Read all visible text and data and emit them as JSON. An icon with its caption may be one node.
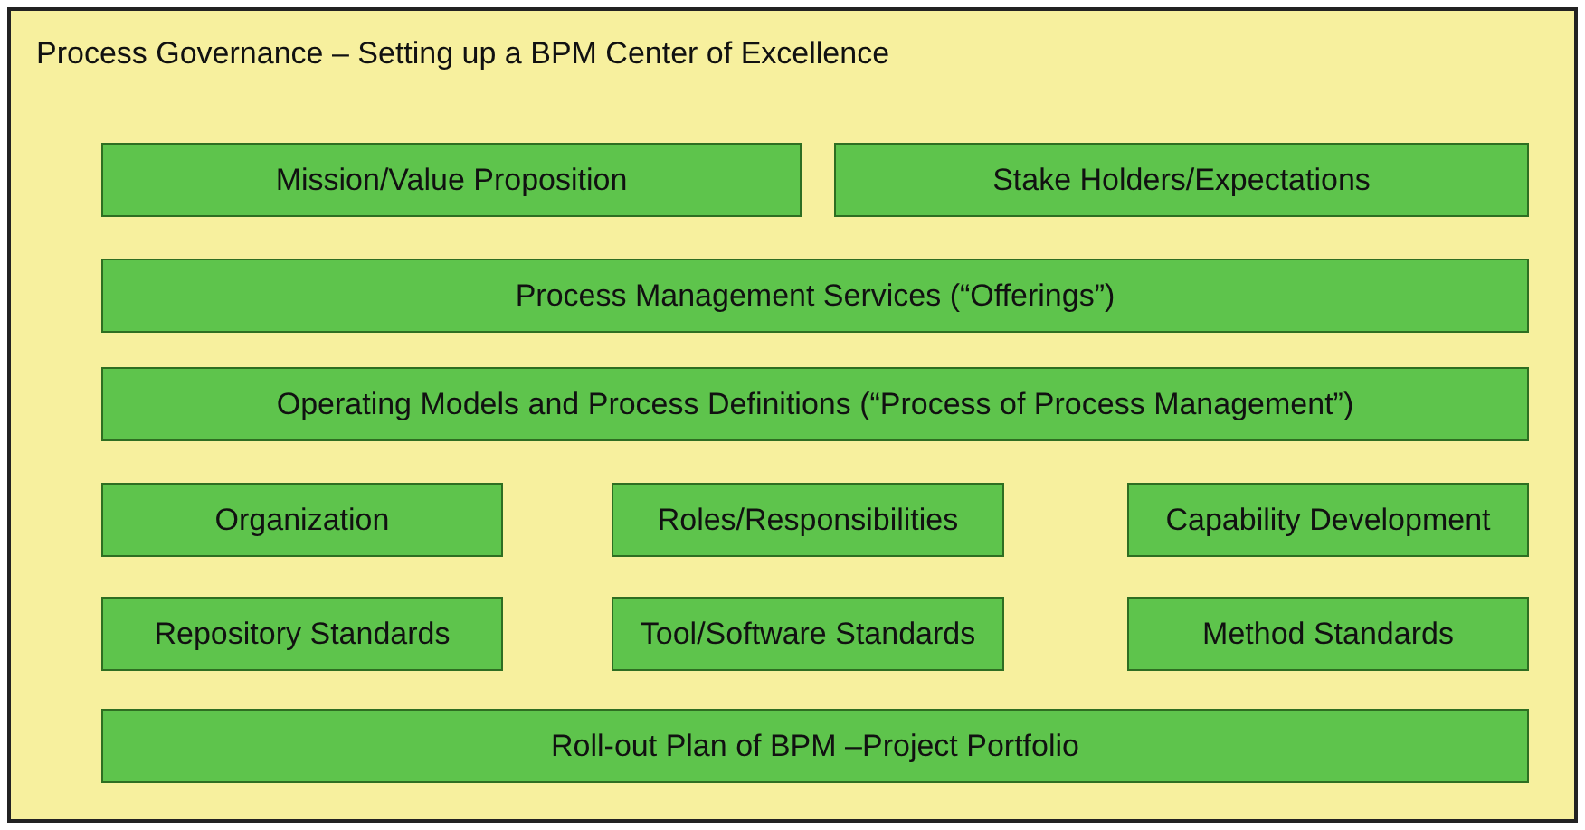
{
  "diagram": {
    "nodes": [
      {
        "text": [
          "Process Governance – Setting up a BPM Center of Excellence"
        ]
      },
      {
        "text": [
          "Mission/Value Proposition"
        ],
        "in": 0
      },
      {
        "text": [
          "Stake Holders/Expectations"
        ],
        "in": 0
      },
      {
        "text": [
          "Process Management Services (“Offerings”)"
        ],
        "in": 0
      },
      {
        "text": [
          "Operating Models and Process Definitions (“Process of Process Management”)"
        ],
        "in": 0
      },
      {
        "text": [
          "Organization"
        ],
        "in": 0
      },
      {
        "text": [
          "Roles/Responsibilities"
        ],
        "in": 0
      },
      {
        "text": [
          "Capability Development"
        ],
        "in": 0
      },
      {
        "text": [
          "Repository Standards"
        ],
        "in": 0
      },
      {
        "text": [
          "Tool/Software Standards"
        ],
        "in": 0
      },
      {
        "text": [
          "Method Standards"
        ],
        "in": 0
      },
      {
        "text": [
          "Roll-out Plan of BPM –Project Portfolio"
        ],
        "in": 0
      }
    ]
  }
}
